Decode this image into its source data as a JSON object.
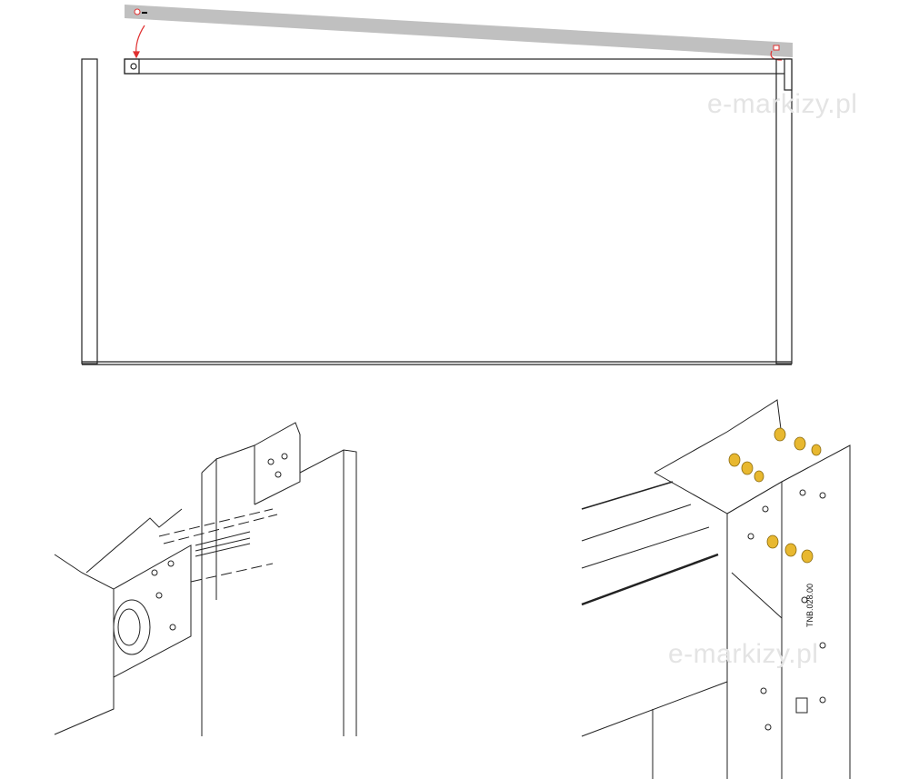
{
  "watermarks": [
    "e-markizy.pl",
    "e-markizy.pl"
  ],
  "part_code": "TNB.028.00",
  "colors": {
    "bar": "#c0c0c0",
    "arrow": "#e03030",
    "bolt": "#e8b830",
    "line": "#222222"
  }
}
